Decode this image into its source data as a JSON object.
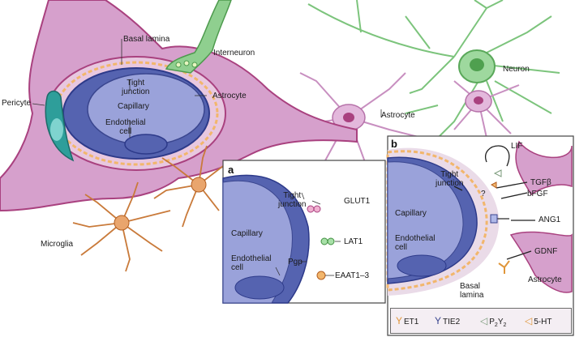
{
  "colors": {
    "astrocyte": "#d9a3cf",
    "astrocyte_dark": "#a9417f",
    "capillary": "#4a57a8",
    "capillary_light": "#9aa2da",
    "neuron": "#8fcf8f",
    "microglia": "#c97a3a",
    "basal_lamina": "#f2b66c",
    "pericyte": "#2e9e9a"
  },
  "main": {
    "basal_lamina": "Basal lamina",
    "interneuron": "Interneuron",
    "tight_junction": "Tight\njunction",
    "capillary": "Capillary",
    "astrocyte": "Astrocyte",
    "pericyte": "Pericyte",
    "endothelial_cell": "Endothelial\ncell",
    "microglia": "Microglia",
    "neuron": "Neuron",
    "astrocyte2": "Astrocyte"
  },
  "panel_a": {
    "tag": "a",
    "tight_junction": "Tight\njunction",
    "glut1": "GLUT1",
    "capillary": "Capillary",
    "lat1": "LAT1",
    "pgp": "Pgp",
    "endothelial_cell": "Endothelial\ncell",
    "eaat": "EAAT1–3"
  },
  "panel_b": {
    "tag": "b",
    "lif": "LIF",
    "tight_junction": "Tight\njunction",
    "tgfb": "TGFβ",
    "question": "?",
    "bfgf": "bFGF",
    "capillary": "Capillary",
    "ang1": "ANG1",
    "endothelial_cell": "Endothelial\ncell",
    "gdnf": "GDNF",
    "basal_lamina": "Basal\nlamina",
    "astrocyte": "Astrocyte"
  },
  "legend": {
    "et1": "ET1",
    "tie2": "TIE2",
    "p2y2": "P",
    "p2y2_sub1": "2",
    "p2y2_mid": "Y",
    "p2y2_sub2": "2",
    "ht5": "5-HT"
  }
}
